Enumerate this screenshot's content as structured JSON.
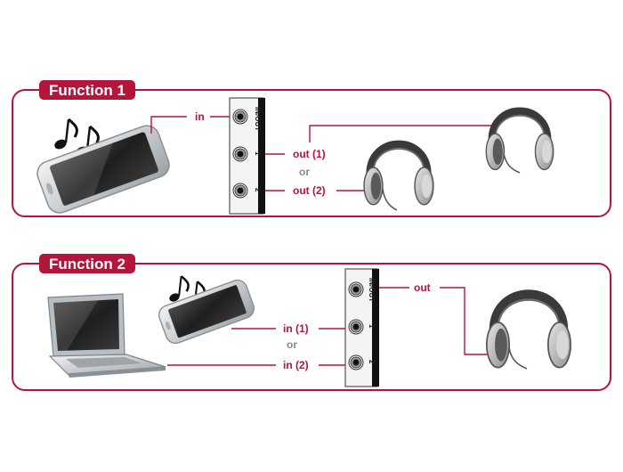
{
  "colors": {
    "accent": "#b3163a",
    "or_text": "#888888",
    "device_dark": "#2b2b2b",
    "device_silver": "#cfd3d6"
  },
  "function1": {
    "title": "Function 1",
    "phone_label": "in",
    "port_labels": [
      "IN/OUT",
      "1",
      "2"
    ],
    "out1_label": "out (1)",
    "or_label": "or",
    "out2_label": "out (2)",
    "icons": [
      "music-notes-icon",
      "smartphone-icon",
      "splitter-box-icon",
      "headphones-icon",
      "headphones-icon"
    ]
  },
  "function2": {
    "title": "Function 2",
    "in1_label": "in (1)",
    "or_label": "or",
    "in2_label": "in (2)",
    "out_label": "out",
    "port_labels": [
      "IN/OUT",
      "1",
      "2"
    ],
    "icons": [
      "laptop-icon",
      "music-notes-icon",
      "smartphone-icon",
      "splitter-box-icon",
      "headphones-icon"
    ]
  }
}
